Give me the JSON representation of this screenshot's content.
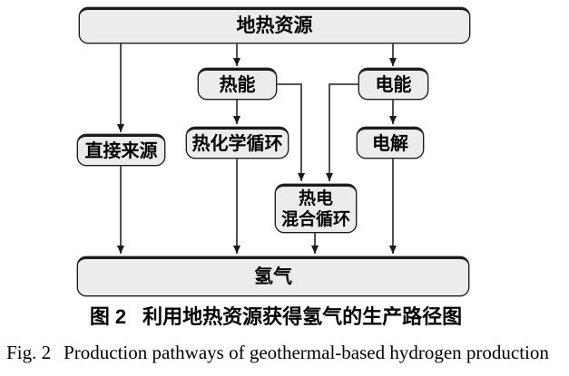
{
  "figure": {
    "caption_zh": {
      "fig_label": "图 2",
      "text": "利用地热资源获得氢气的生产路径图"
    },
    "caption_en": {
      "fig_label": "Fig. 2",
      "text": "Production pathways of geothermal-based hydrogen production"
    }
  },
  "diagram": {
    "type": "flowchart",
    "nodes": {
      "geothermal": {
        "label": "地热资源"
      },
      "thermal": {
        "label": "热能"
      },
      "electric": {
        "label": "电能"
      },
      "direct": {
        "label": "直接来源"
      },
      "thermochemical": {
        "label": "热化学循环"
      },
      "electrolysis": {
        "label": "电解"
      },
      "hybrid": {
        "label": "热电\n混合循环"
      },
      "hydrogen": {
        "label": "氢气"
      }
    },
    "edges": [
      {
        "from": "geothermal",
        "to": "direct"
      },
      {
        "from": "geothermal",
        "to": "thermal"
      },
      {
        "from": "geothermal",
        "to": "electric"
      },
      {
        "from": "thermal",
        "to": "thermochemical"
      },
      {
        "from": "thermal",
        "to": "hybrid"
      },
      {
        "from": "electric",
        "to": "electrolysis"
      },
      {
        "from": "electric",
        "to": "hybrid"
      },
      {
        "from": "direct",
        "to": "hydrogen"
      },
      {
        "from": "thermochemical",
        "to": "hydrogen"
      },
      {
        "from": "hybrid",
        "to": "hydrogen"
      },
      {
        "from": "electrolysis",
        "to": "hydrogen"
      }
    ],
    "colors": {
      "node_fill": "#ececec",
      "node_border": "#1c1c1c",
      "connector": "#3c3c3c",
      "arrowhead": "#1a1a1a"
    }
  }
}
